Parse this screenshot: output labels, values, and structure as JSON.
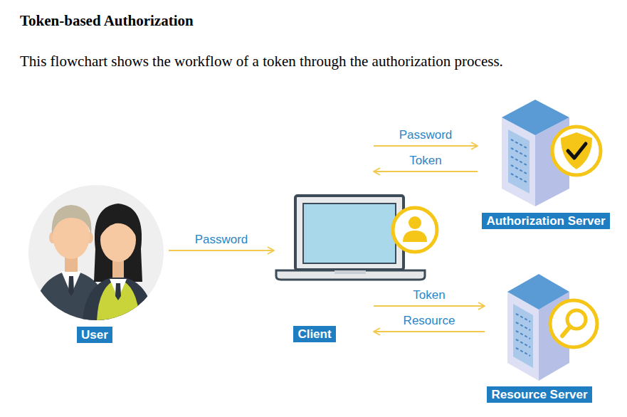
{
  "diagram": {
    "title": "Token-based Authorization",
    "caption": "This flowchart shows the workflow of a token through the authorization process.",
    "nodes": [
      {
        "text": [
          "User"
        ]
      },
      {
        "text": [
          "Client"
        ]
      },
      {
        "text": [
          "Authorization Server"
        ]
      },
      {
        "text": [
          "Resource Server"
        ]
      }
    ],
    "edges": [
      {
        "from": 0,
        "to": 1,
        "label": "Password",
        "arrow": "to"
      },
      {
        "from": 1,
        "to": 2,
        "label": "Password",
        "arrow": "to"
      },
      {
        "from": 2,
        "to": 1,
        "label": "Token",
        "arrow": "to"
      },
      {
        "from": 1,
        "to": 3,
        "label": "Token",
        "arrow": "to"
      },
      {
        "from": 3,
        "to": 1,
        "label": "Resource",
        "arrow": "to"
      }
    ]
  }
}
